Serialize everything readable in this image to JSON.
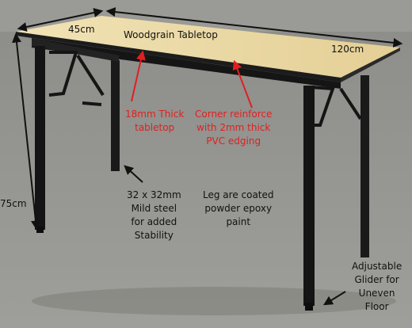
{
  "photo": {
    "subject": "folding-table",
    "colors": {
      "background_ground": "#8f8f8c",
      "tabletop": "#ead8a6",
      "frame": "#141414",
      "callout_red": "#e02020",
      "text": "#111111"
    }
  },
  "annotations": {
    "dim_width": "45cm",
    "dim_length": "120cm",
    "dim_height": "75cm",
    "tabletop_label": "Woodgrain Tabletop",
    "thickness_line1": "18mm Thick",
    "thickness_line2": "tabletop",
    "edging_line1": "Corner reinforce",
    "edging_line2": "with 2mm thick",
    "edging_line3": "PVC edging",
    "steel_line1": "32 x 32mm",
    "steel_line2": "Mild steel",
    "steel_line3": "for added",
    "steel_line4": "Stability",
    "coating_line1": "Leg are coated",
    "coating_line2": "powder epoxy",
    "coating_line3": "paint",
    "glider_line1": "Adjustable",
    "glider_line2": "Glider for",
    "glider_line3": "Uneven",
    "glider_line4": "Floor"
  }
}
